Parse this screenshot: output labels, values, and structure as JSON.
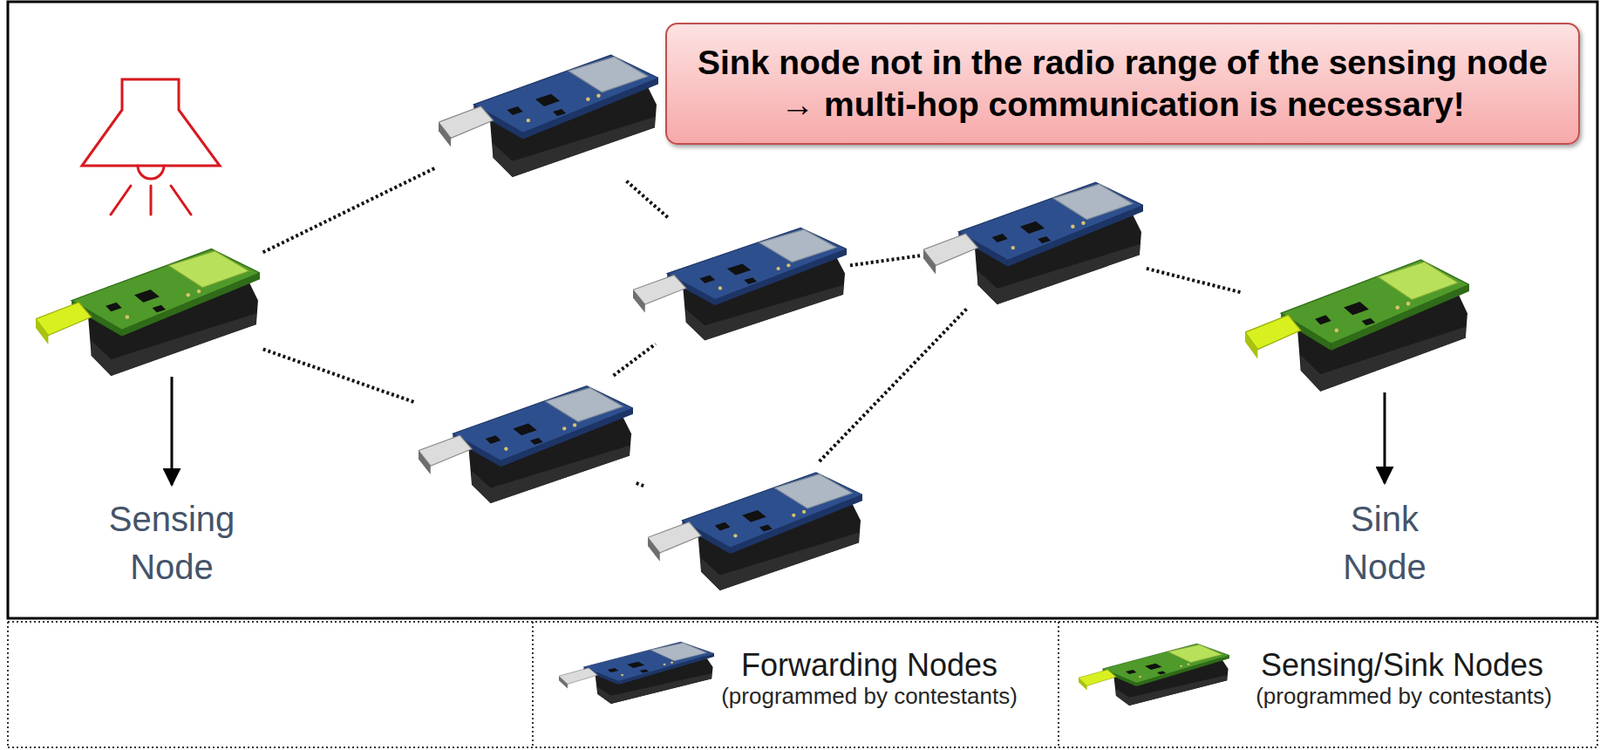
{
  "diagram": {
    "nodes": [
      {
        "text": [
          "Sink node not in the radio range of the sensing node → multi-hop communication is necessary!"
        ]
      },
      {
        "text": [
          "Sensing Node"
        ]
      },
      {
        "text": []
      },
      {
        "text": []
      },
      {
        "text": []
      },
      {
        "text": []
      },
      {
        "text": []
      },
      {
        "text": [
          "Sink Node"
        ]
      }
    ],
    "edges": [
      {
        "from": 1,
        "to": 2,
        "arrow": "none"
      },
      {
        "from": 1,
        "to": 4,
        "arrow": "none"
      },
      {
        "from": 2,
        "to": 3,
        "arrow": "none"
      },
      {
        "from": 4,
        "to": 3,
        "arrow": "none"
      },
      {
        "from": 4,
        "to": 5,
        "arrow": "none"
      },
      {
        "from": 3,
        "to": 6,
        "arrow": "none"
      },
      {
        "from": 5,
        "to": 6,
        "arrow": "none"
      },
      {
        "from": 6,
        "to": 7,
        "arrow": "none"
      }
    ],
    "labels": [
      "(programmed by contestants)",
      "(programmed by contestants)"
    ],
    "legend": [
      {
        "text": "Forwarding Nodes"
      },
      {
        "text": "Sensing/Sink Nodes"
      }
    ]
  }
}
